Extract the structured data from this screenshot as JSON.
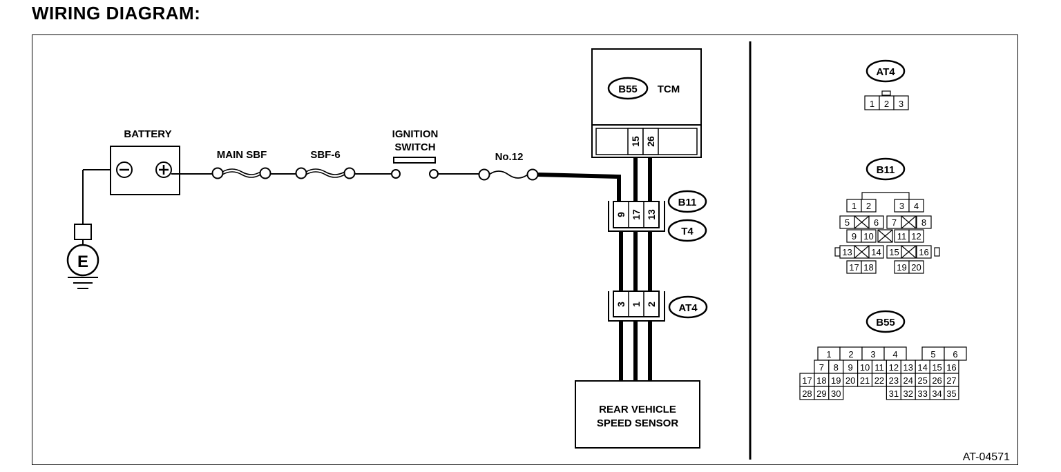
{
  "page": {
    "title": "WIRING DIAGRAM:",
    "figure_id": "AT-04571"
  },
  "circuit": {
    "battery": "BATTERY",
    "ground": "E",
    "fuses": {
      "main": "MAIN SBF",
      "sbf6": "SBF-6",
      "no12": "No.12"
    },
    "ignition_switch": [
      "IGNITION",
      "SWITCH"
    ],
    "tcm": {
      "connector": "B55",
      "label": "TCM",
      "pins": [
        "15",
        "26"
      ]
    },
    "inline_connector": {
      "names": [
        "B11",
        "T4"
      ],
      "pins": [
        "9",
        "17",
        "13"
      ]
    },
    "sensor_connector": {
      "name": "AT4",
      "pins": [
        "3",
        "1",
        "2"
      ]
    },
    "sensor": [
      "REAR VEHICLE",
      "SPEED SENSOR"
    ]
  },
  "connectors": {
    "at4": {
      "name": "AT4",
      "pins": [
        "1",
        "2",
        "3"
      ]
    },
    "b11": {
      "name": "B11",
      "rows": [
        [
          "1",
          "2",
          "3",
          "4"
        ],
        [
          "5",
          "6",
          "7",
          "8"
        ],
        [
          "9",
          "10",
          "11",
          "12"
        ],
        [
          "13",
          "14",
          "15",
          "16"
        ],
        [
          "17",
          "18",
          "19",
          "20"
        ]
      ]
    },
    "b55": {
      "name": "B55",
      "rows": [
        [
          "1",
          "2",
          "3",
          "4",
          "5",
          "6"
        ],
        [
          "7",
          "8",
          "9",
          "10",
          "11",
          "12",
          "13",
          "14",
          "15",
          "16"
        ],
        [
          "17",
          "18",
          "19",
          "20",
          "21",
          "22",
          "23",
          "24",
          "25",
          "26",
          "27"
        ],
        [
          "28",
          "29",
          "30",
          "31",
          "32",
          "33",
          "34",
          "35"
        ]
      ]
    }
  }
}
